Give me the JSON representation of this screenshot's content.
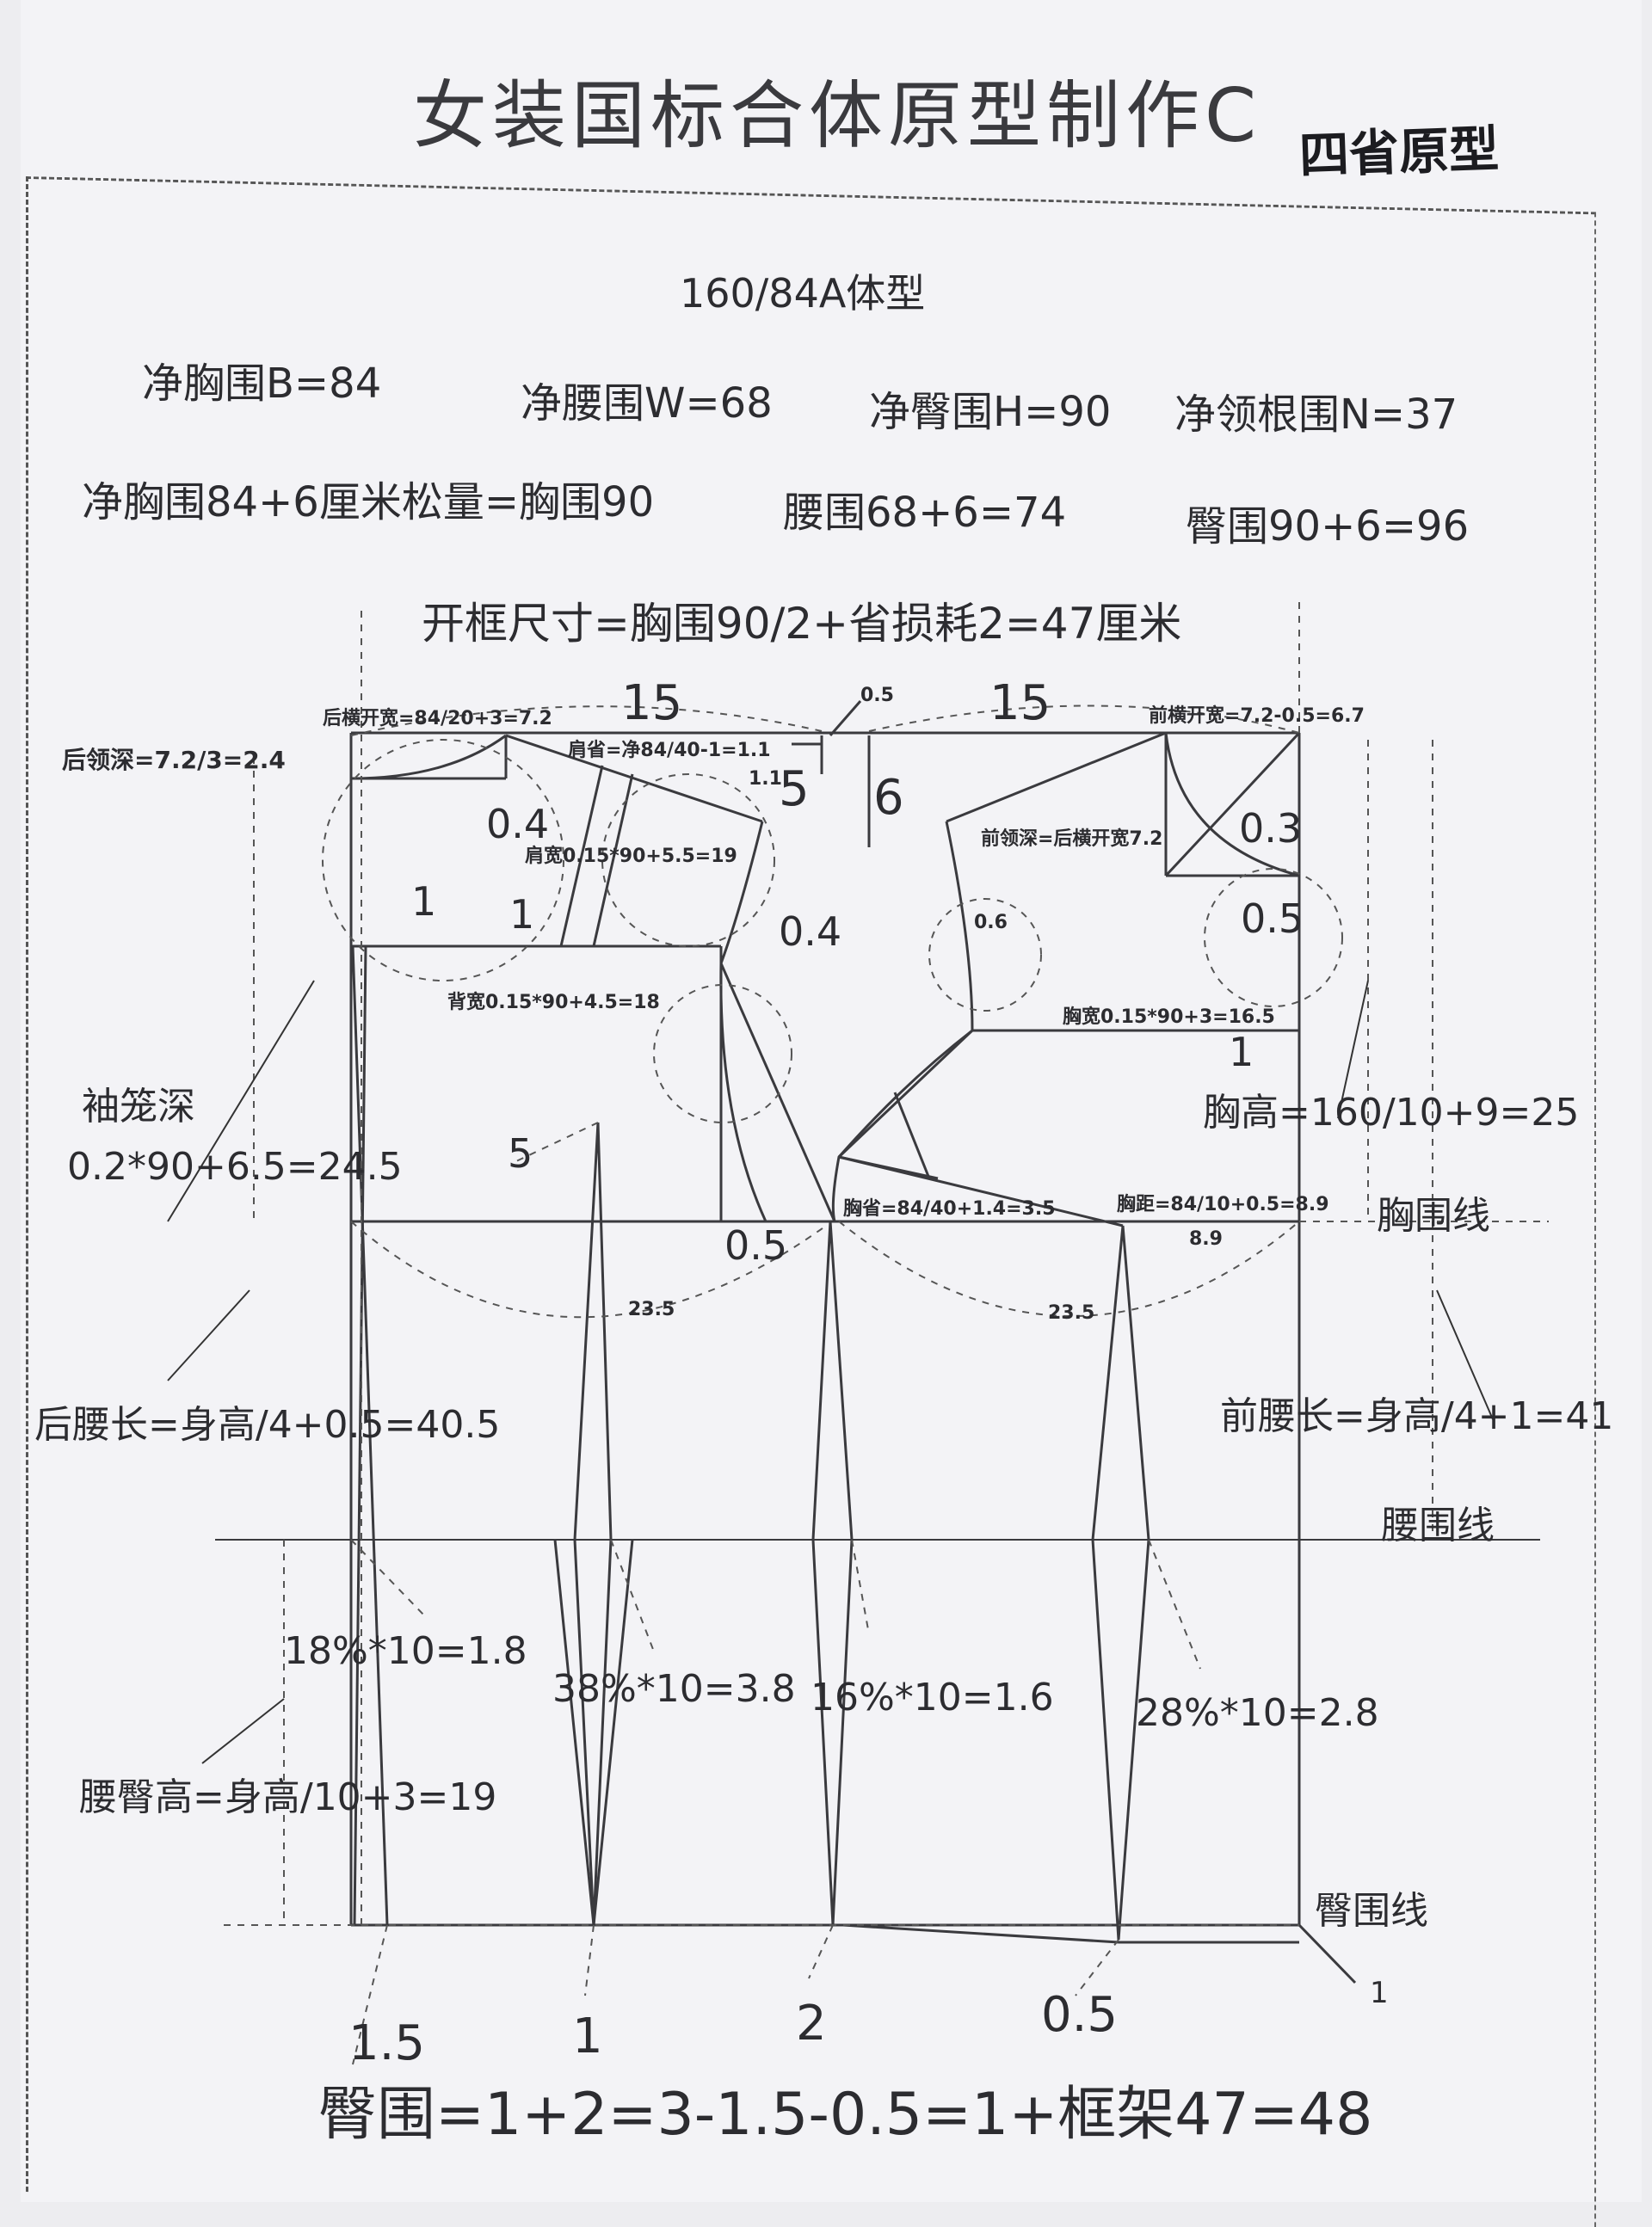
{
  "title": "女装国标合体原型制作C",
  "handwritten_note": "四省原型",
  "size_label": "160/84A体型",
  "measurements": {
    "bust": "净胸围B=84",
    "waist": "净腰围W=68",
    "hip": "净臀围H=90",
    "neck": "净领根围N=37"
  },
  "ease": {
    "bust": "净胸围84+6厘米松量=胸围90",
    "waist": "腰围68+6=74",
    "hip": "臀围90+6=96"
  },
  "frame_size": "开框尺寸=胸围90/2+省损耗2=47厘米",
  "draft": {
    "top_left_15": "15",
    "top_right_15": "15",
    "center_05": "0.5",
    "back_neck_width": "后横开宽=84/20+3=7.2",
    "back_neck_depth": "后领深=7.2/3=2.4",
    "shoulder_dart": "肩省=净84/40-1=1.1",
    "val_11": "1.1",
    "val_5": "5",
    "val_6": "6",
    "val_04_top": "0.4",
    "shoulder_width": "肩宽0.15*90+5.5=19",
    "val_04_right": "0.4",
    "val_1_left": "1",
    "val_1_mid": "1",
    "back_width": "背宽0.15*90+4.5=18",
    "front_neck_width": "前横开宽=7.2-0.5=6.7",
    "front_neck_depth": "前领深=后横开宽7.2",
    "val_03": "0.3",
    "val_05_neck": "0.5",
    "val_06": "0.6",
    "chest_width": "胸宽0.15*90+3=16.5",
    "val_1_chest": "1",
    "armhole_depth_label": "袖笼深",
    "armhole_depth_formula": "0.2*90+6.5=24.5",
    "bust_height": "胸高=160/10+9=25",
    "val_5_dart": "5",
    "val_05_bust": "0.5",
    "bust_dart": "胸省=84/40+1.4=3.5",
    "bust_point": "胸距=84/10+0.5=8.9",
    "val_89": "8.9",
    "bust_line": "胸围线",
    "radius_left": "23.5",
    "radius_right": "23.5",
    "back_waist_length": "后腰长=身高/4+0.5=40.5",
    "front_waist_length": "前腰长=身高/4+1=41",
    "waist_line": "腰围线",
    "dart_18": "18%*10=1.8",
    "dart_38": "38%*10=3.8",
    "dart_16": "16%*10=1.6",
    "dart_28": "28%*10=2.8",
    "waist_hip_height": "腰臀高=身高/10+3=19",
    "hip_line": "臀围线",
    "val_1_hipcorner": "1",
    "bottom_15": "1.5",
    "bottom_1": "1",
    "bottom_2": "2",
    "bottom_05": "0.5"
  },
  "hip_formula": "臀围=1+2=3-1.5-0.5=1+框架47=48"
}
